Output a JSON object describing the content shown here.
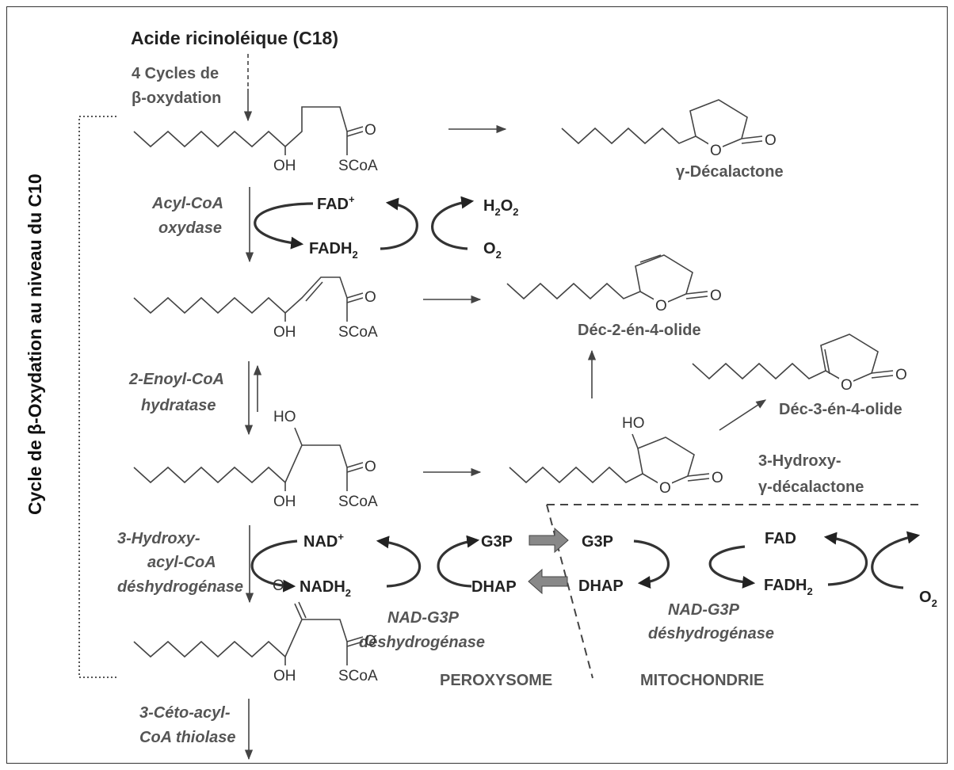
{
  "title": "Acide ricinoléique (C18)",
  "side_label": "Cycle de β-Oxydation au niveau du C10",
  "steps": {
    "pre": [
      "4 Cycles de",
      "β-oxydation"
    ],
    "s1": [
      "Acyl-CoA",
      "oxydase"
    ],
    "s2": [
      "2-Enoyl-CoA",
      "hydratase"
    ],
    "s3": [
      "3-Hydroxy-",
      "acyl-CoA",
      "déshydrogénase"
    ],
    "s4": [
      "3-Céto-acyl-",
      "CoA thiolase"
    ]
  },
  "atoms": {
    "O": "O",
    "OH": "OH",
    "HO": "HO",
    "SCoA": "SCoA"
  },
  "products": {
    "decalactone": "γ-Décalactone",
    "dec2en": "Déc-2-én-4-olide",
    "dec3en": "Déc-3-én-4-olide",
    "hydroxy": [
      "3-Hydroxy-",
      "γ-décalactone"
    ]
  },
  "cofactors": {
    "fad_plus": "FAD",
    "fad_plus_sup": "+",
    "fadh2": "FADH",
    "fadh2_sub": "2",
    "h2o2_a": "H",
    "h2o2_sub": "2",
    "h2o2_b": "O",
    "h2o2_sub2": "2",
    "o2": "O",
    "o2_sub": "2",
    "nad_plus": "NAD",
    "nad_plus_sup": "+",
    "nadh2": "NADH",
    "nadh2_sub": "2",
    "g3p": "G3P",
    "dhap": "DHAP",
    "fad": "FAD",
    "o2_mito": "O",
    "o2_mito_sub": "2"
  },
  "enzyme_g3p": [
    "NAD-G3P",
    "déshydrogénase"
  ],
  "compartments": {
    "perox": "PEROXYSOME",
    "mito": "MITOCHONDRIE"
  }
}
